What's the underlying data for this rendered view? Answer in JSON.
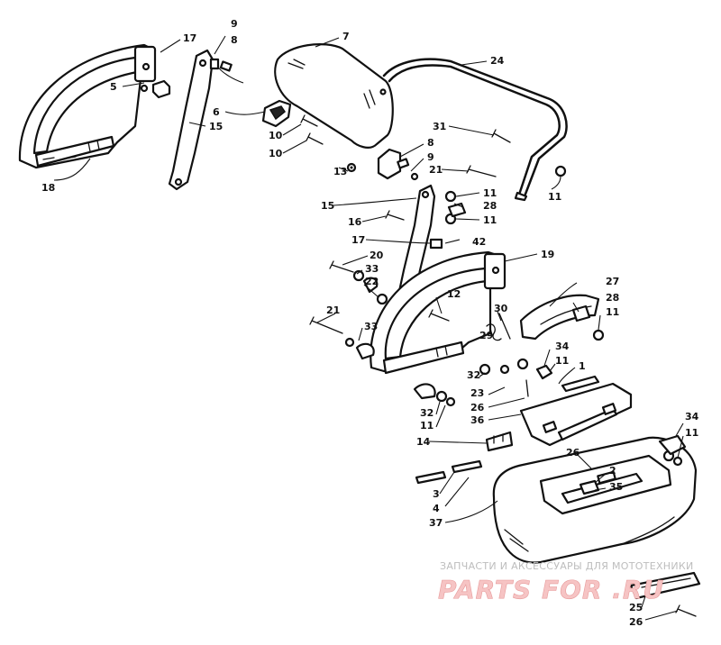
{
  "callouts": [
    {
      "id": "c17a",
      "text": "17"
    },
    {
      "id": "c5",
      "text": "5"
    },
    {
      "id": "c9a",
      "text": "9"
    },
    {
      "id": "c8a",
      "text": "8"
    },
    {
      "id": "c7",
      "text": "7"
    },
    {
      "id": "c24",
      "text": "24"
    },
    {
      "id": "c6",
      "text": "6"
    },
    {
      "id": "c15a",
      "text": "15"
    },
    {
      "id": "c10a",
      "text": "10"
    },
    {
      "id": "c10b",
      "text": "10"
    },
    {
      "id": "c13",
      "text": "13"
    },
    {
      "id": "c18",
      "text": "18"
    },
    {
      "id": "c31",
      "text": "31"
    },
    {
      "id": "c8b",
      "text": "8"
    },
    {
      "id": "c9b",
      "text": "9"
    },
    {
      "id": "c21a",
      "text": "21"
    },
    {
      "id": "c11a",
      "text": "11"
    },
    {
      "id": "c11b",
      "text": "11"
    },
    {
      "id": "c28a",
      "text": "28"
    },
    {
      "id": "c11c",
      "text": "11"
    },
    {
      "id": "c15b",
      "text": "15"
    },
    {
      "id": "c16",
      "text": "16"
    },
    {
      "id": "c17b",
      "text": "17"
    },
    {
      "id": "c42",
      "text": "42"
    },
    {
      "id": "c20",
      "text": "20"
    },
    {
      "id": "c19",
      "text": "19"
    },
    {
      "id": "c33a",
      "text": "33"
    },
    {
      "id": "c22",
      "text": "22"
    },
    {
      "id": "c12",
      "text": "12"
    },
    {
      "id": "c27",
      "text": "27"
    },
    {
      "id": "c28b",
      "text": "28"
    },
    {
      "id": "c11d",
      "text": "11"
    },
    {
      "id": "c21b",
      "text": "21"
    },
    {
      "id": "c30",
      "text": "30"
    },
    {
      "id": "c33b",
      "text": "33"
    },
    {
      "id": "c29",
      "text": "29"
    },
    {
      "id": "c34a",
      "text": "34"
    },
    {
      "id": "c11e",
      "text": "11"
    },
    {
      "id": "c32a",
      "text": "32"
    },
    {
      "id": "c1",
      "text": "1"
    },
    {
      "id": "c23",
      "text": "23"
    },
    {
      "id": "c26a",
      "text": "26"
    },
    {
      "id": "c32b",
      "text": "32"
    },
    {
      "id": "c11f",
      "text": "11"
    },
    {
      "id": "c36",
      "text": "36"
    },
    {
      "id": "c14",
      "text": "14"
    },
    {
      "id": "c34b",
      "text": "34"
    },
    {
      "id": "c11g",
      "text": "11"
    },
    {
      "id": "c26b",
      "text": "26"
    },
    {
      "id": "c2",
      "text": "2"
    },
    {
      "id": "c35",
      "text": "35"
    },
    {
      "id": "c3",
      "text": "3"
    },
    {
      "id": "c4",
      "text": "4"
    },
    {
      "id": "c37",
      "text": "37"
    },
    {
      "id": "c25",
      "text": "25"
    },
    {
      "id": "c26c",
      "text": "26"
    }
  ],
  "watermark": {
    "caption": "ЗАПЧАСТИ И АКСЕССУАРЫ ДЛЯ МОТОТЕХНИКИ",
    "logo": "PARTS FOR .RU"
  }
}
